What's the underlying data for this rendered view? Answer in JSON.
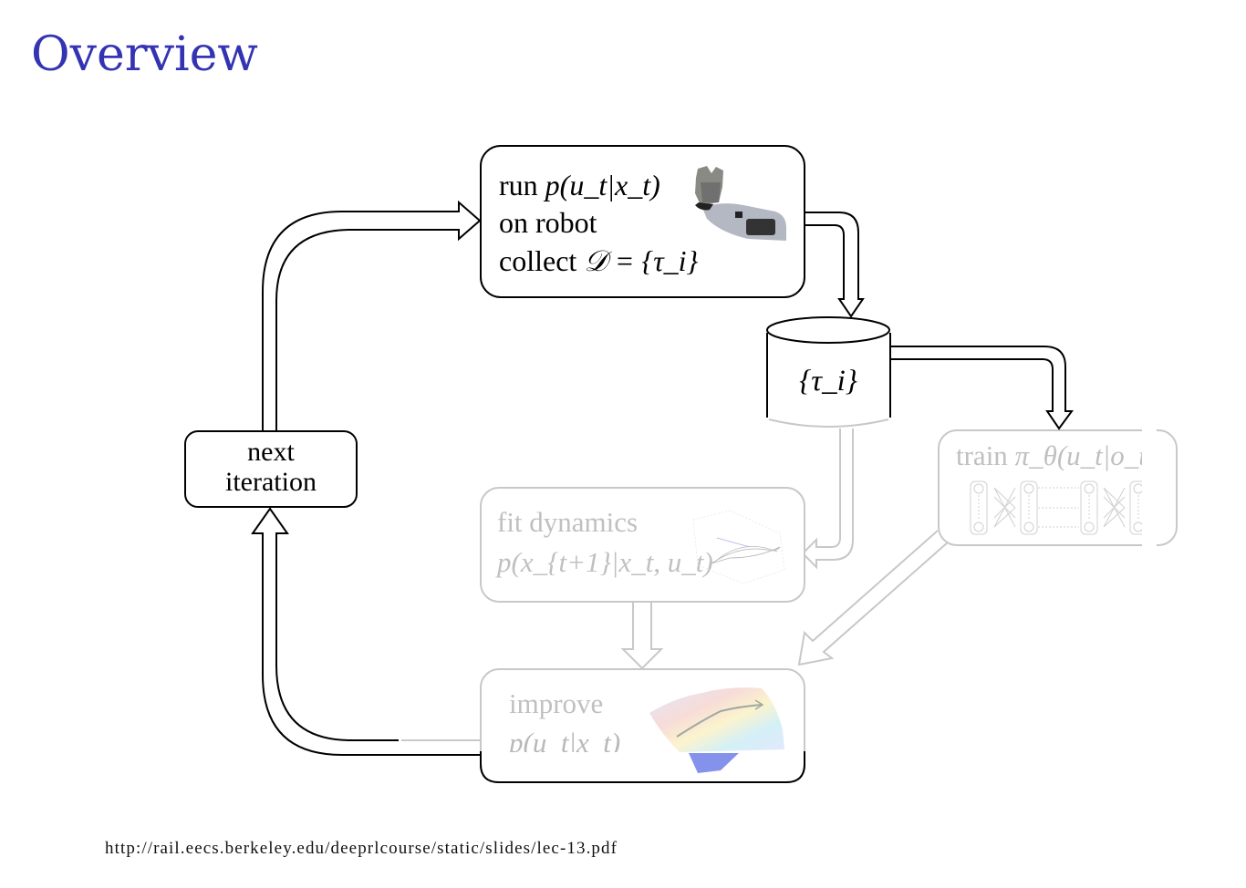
{
  "slide": {
    "title": "Overview",
    "title_color": "#3333b3",
    "footer_url": "http://rail.eecs.berkeley.edu/deeprlcourse/static/slides/lec-13.pdf"
  },
  "diagram": {
    "nodes": {
      "run_policy": {
        "line1_prefix": "run ",
        "line1_math": "p(u_t|x_t)",
        "line2": "on robot",
        "line3_prefix": "collect ",
        "line3_math": "𝒟 = {τ_i}",
        "image": "robot-arm-icon",
        "state": "active"
      },
      "dataset": {
        "label": "{τ_i}",
        "shape": "cylinder",
        "state": "active"
      },
      "train_policy": {
        "label_prefix": "train ",
        "label_math": "π_θ(u_t|o_t)",
        "image": "neural-network-icon",
        "state": "faded"
      },
      "fit_dynamics": {
        "line1": "fit dynamics",
        "line2_math": "p(x_{t+1}|x_t, u_t)",
        "image": "dynamics-plot-icon",
        "state": "faded"
      },
      "improve": {
        "line1": "improve",
        "line2_math": "p(u_t|x_t)",
        "image": "cost-surface-icon",
        "state": "faded"
      },
      "next_iteration": {
        "line1": "next",
        "line2": "iteration",
        "state": "active"
      }
    },
    "edges": [
      {
        "from": "next_iteration",
        "to": "run_policy",
        "state": "active"
      },
      {
        "from": "run_policy",
        "to": "dataset",
        "state": "active"
      },
      {
        "from": "dataset",
        "to": "train_policy",
        "state": "active"
      },
      {
        "from": "dataset",
        "to": "fit_dynamics",
        "state": "faded"
      },
      {
        "from": "train_policy",
        "to": "improve",
        "state": "faded"
      },
      {
        "from": "fit_dynamics",
        "to": "improve",
        "state": "faded"
      },
      {
        "from": "improve",
        "to": "next_iteration",
        "state": "active"
      }
    ],
    "colors": {
      "active": "#000000",
      "faded": "#c8c8c8",
      "faded_text": "#c0c0c0"
    }
  }
}
